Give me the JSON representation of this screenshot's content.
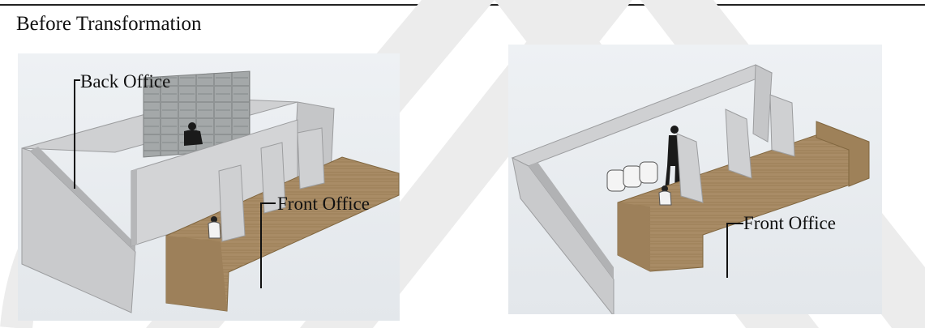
{
  "heading": "Before Transformation",
  "left_panel": {
    "label_back_office": "Back Office",
    "label_front_office": "Front Office"
  },
  "right_panel": {
    "label_front_office": "Front Office"
  },
  "colors": {
    "wall_light": "#d7d8d9",
    "wall_shadow": "#bdbec0",
    "wall_edge": "#9b9c9e",
    "counter": "#a78a63",
    "counter_dark": "#8d724f",
    "floor": "#e9ecef",
    "watermark": "#e7e7e7"
  }
}
